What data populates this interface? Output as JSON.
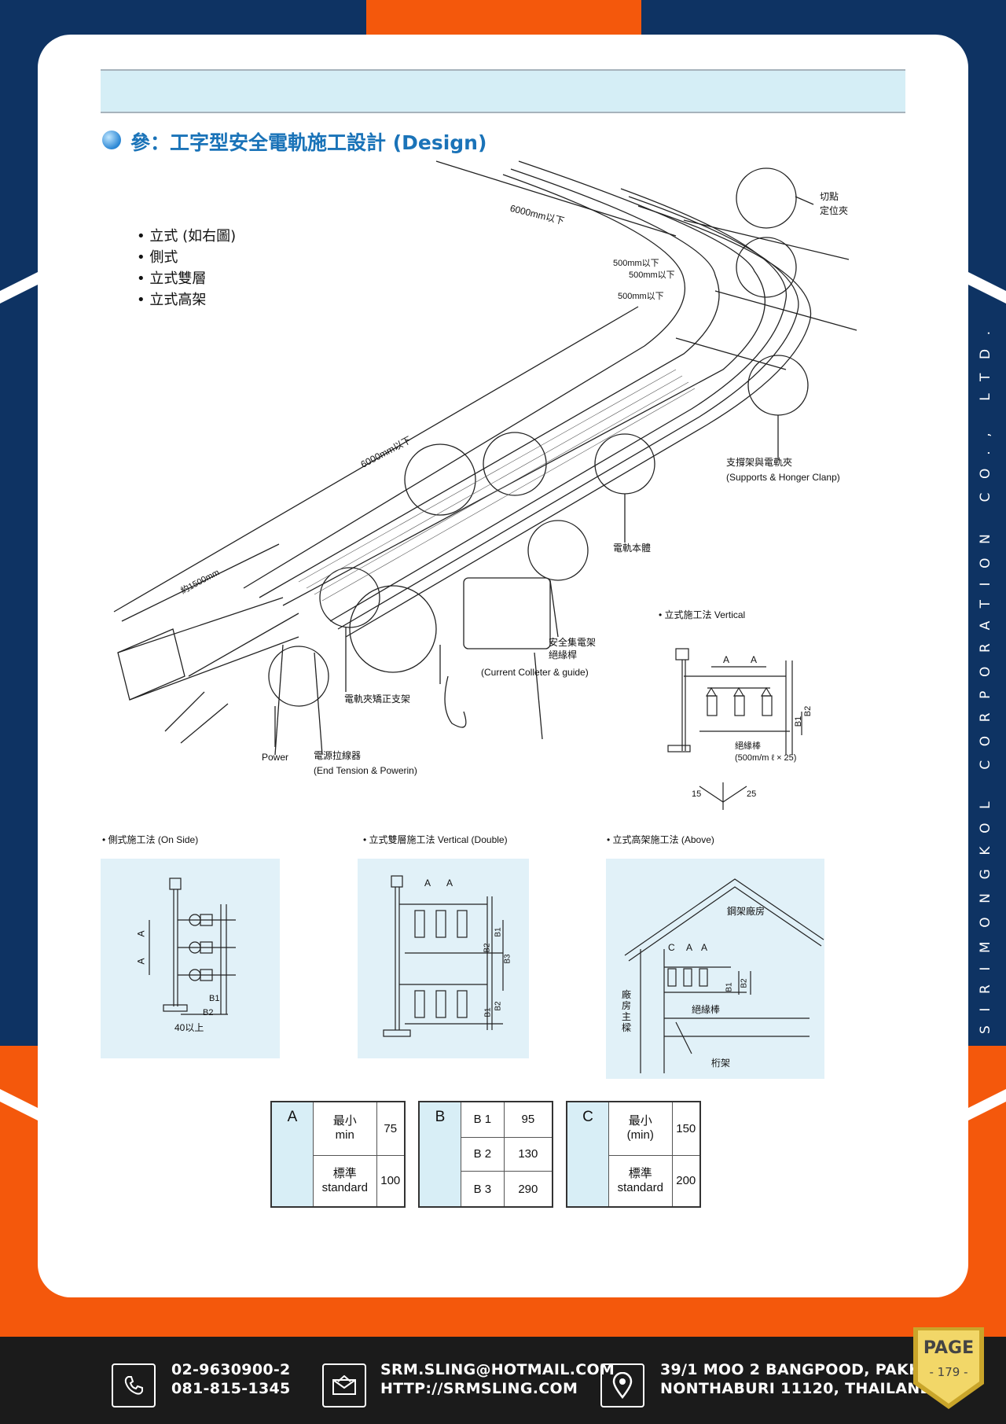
{
  "page": {
    "title": "參：工字型安全電軌施工設計 (Design)",
    "side_text": "SIRIMONGKOL CORPORATION CO., LTD.",
    "bullets": [
      "立式 (如右圖)",
      "側式",
      "立式雙層",
      "立式高架"
    ]
  },
  "diagram": {
    "dim_6000_top": "6000mm以下",
    "dim_500_a": "500mm以下",
    "dim_500_b": "500mm以下",
    "dim_500_c": "500mm以下",
    "dim_6000_mid": "6000mm以下",
    "dim_1500": "約1500mm",
    "cut_point_1": "切點",
    "cut_point_2": "定位夾",
    "supports_zh": "支撐架與電軌夾",
    "supports_en": "(Supports & Honger Clanp)",
    "rail_body": "電軌本體",
    "collector_zh_1": "安全集電架",
    "collector_zh_2": "絕緣桿",
    "collector_en": "(Current Colleter & guide)",
    "clamp_support": "電軌夾矯正支架",
    "power": "Power",
    "tension_zh": "電源拉線器",
    "tension_en": "(End Tension & Powerin)"
  },
  "vertical": {
    "heading": "• 立式施工法 Vertical",
    "a1": "A",
    "a2": "A",
    "b1": "B1",
    "b2": "B2",
    "insulator_1": "絕緣棒",
    "insulator_2": "(500m/m ℓ × 25)",
    "angle_1": "15",
    "angle_2": "25"
  },
  "on_side": {
    "heading": "• 側式施工法 (On Side)",
    "a1": "A",
    "a2": "A",
    "b1": "B1",
    "b2": "B2",
    "min": "40以上"
  },
  "double": {
    "heading": "• 立式雙層施工法 Vertical (Double)",
    "a1": "A",
    "a2": "A",
    "b1": "B1",
    "b2": "B2",
    "b3": "B3",
    "b1b": "B1",
    "b2b": "B2"
  },
  "above": {
    "heading": "• 立式高架施工法 (Above)",
    "steel_house": "鋼架廠房",
    "c": "C",
    "a1": "A",
    "a2": "A",
    "b1": "B1",
    "b2": "B2",
    "insulator": "絕緣棒",
    "column": "廠房主樑",
    "girder": "桁架"
  },
  "tables": {
    "a": {
      "key": "A",
      "r1_label": "最小\nmin",
      "r1_val": "75",
      "r2_label": "標準\nstandard",
      "r2_val": "100"
    },
    "b": {
      "key": "B",
      "r1_label": "B 1",
      "r1_val": "95",
      "r2_label": "B 2",
      "r2_val": "130",
      "r3_label": "B 3",
      "r3_val": "290"
    },
    "c": {
      "key": "C",
      "r1_label": "最小\n(min)",
      "r1_val": "150",
      "r2_label": "標準\nstandard",
      "r2_val": "200"
    }
  },
  "footer": {
    "phone_1": "02-9630900-2",
    "phone_2": "081-815-1345",
    "email": "SRM.SLING@HOTMAIL.COM",
    "website": "HTTP://SRMSLING.COM",
    "address_1": "39/1 MOO 2 BANGPOOD, PAKKRED",
    "address_2": "NONTHABURI 11120, THAILAND",
    "page_label": "PAGE",
    "page_number": "- 179 -"
  },
  "colors": {
    "navy": "#0e3363",
    "orange": "#f4580c",
    "title_blue": "#1a73b8",
    "panel": "#e1f1f8"
  }
}
